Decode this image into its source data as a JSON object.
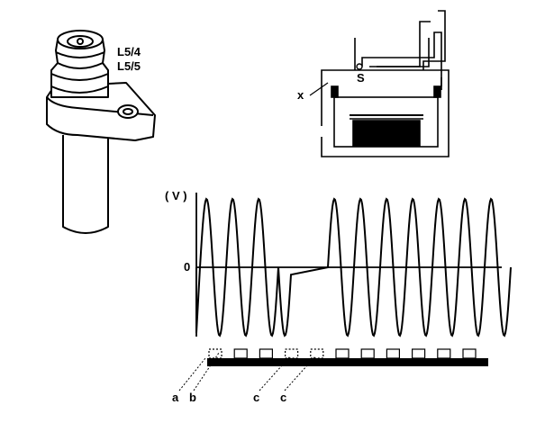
{
  "sensor": {
    "model_label_1": "L5/4",
    "model_label_2": "L5/5"
  },
  "schematic": {
    "label_s": "S",
    "label_x": "x"
  },
  "waveform": {
    "y_unit_label": "( V )",
    "zero_label": "0",
    "cycles_first_group": 3,
    "cycles_second_group": 7
  },
  "trigger_wheel": {
    "tooth_count": 11,
    "missing_teeth_labels": [
      "a",
      "b",
      "c",
      "c"
    ]
  },
  "colors": {
    "ink": "#000000",
    "paper": "#ffffff"
  }
}
